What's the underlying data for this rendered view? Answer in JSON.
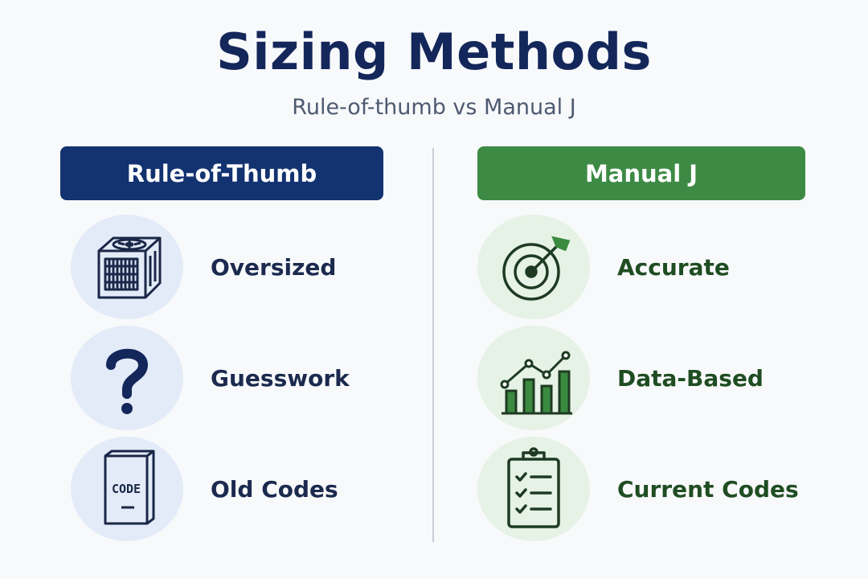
{
  "title": "Sizing Methods",
  "subtitle": "Rule-of-thumb vs Manual J",
  "left": {
    "header": "Rule-of-Thumb",
    "items": [
      {
        "label": "Oversized",
        "icon": "ac-unit-icon"
      },
      {
        "label": "Guesswork",
        "icon": "question-mark-icon"
      },
      {
        "label": "Old Codes",
        "icon": "code-book-icon",
        "icon_text": "CODE"
      }
    ]
  },
  "right": {
    "header": "Manual J",
    "items": [
      {
        "label": "Accurate",
        "icon": "target-arrow-icon"
      },
      {
        "label": "Data-Based",
        "icon": "bar-chart-icon"
      },
      {
        "label": "Current Codes",
        "icon": "checklist-clipboard-icon"
      }
    ]
  },
  "colors": {
    "title": "#14275a",
    "left_header": "#123270",
    "right_header": "#3d8a45",
    "left_icon_bg": "#e3ebf8",
    "right_icon_bg": "#e6f2e5"
  }
}
